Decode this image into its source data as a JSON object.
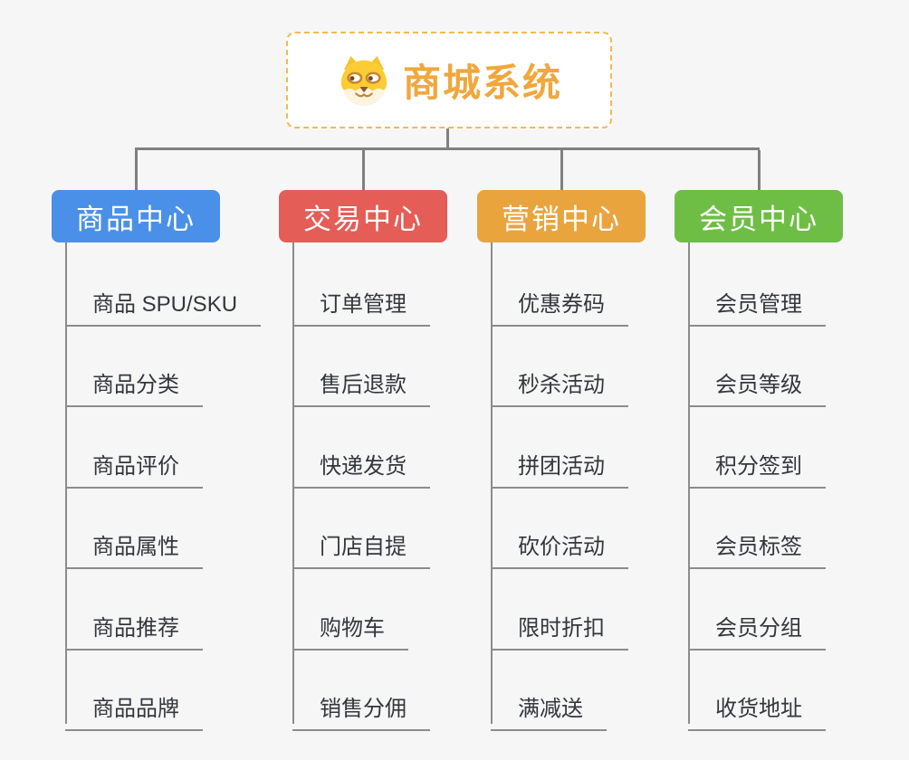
{
  "page": {
    "background_color": "#f6f6f7",
    "connector_color": "#808080"
  },
  "root": {
    "title": "商城系统",
    "icon": "dog-face-icon",
    "title_color": "#f0a73c",
    "border_color": "#f7b84f"
  },
  "branches": [
    {
      "label": "商品中心",
      "color": "#4a90e8",
      "items": [
        "商品 SPU/SKU",
        "商品分类",
        "商品评价",
        "商品属性",
        "商品推荐",
        "商品品牌"
      ]
    },
    {
      "label": "交易中心",
      "color": "#e55d57",
      "items": [
        "订单管理",
        "售后退款",
        "快递发货",
        "门店自提",
        "购物车",
        "销售分佣"
      ]
    },
    {
      "label": "营销中心",
      "color": "#e9a43d",
      "items": [
        "优惠券码",
        "秒杀活动",
        "拼团活动",
        "砍价活动",
        "限时折扣",
        "满减送"
      ]
    },
    {
      "label": "会员中心",
      "color": "#6ebe45",
      "items": [
        "会员管理",
        "会员等级",
        "积分签到",
        "会员标签",
        "会员分组",
        "收货地址"
      ]
    }
  ]
}
